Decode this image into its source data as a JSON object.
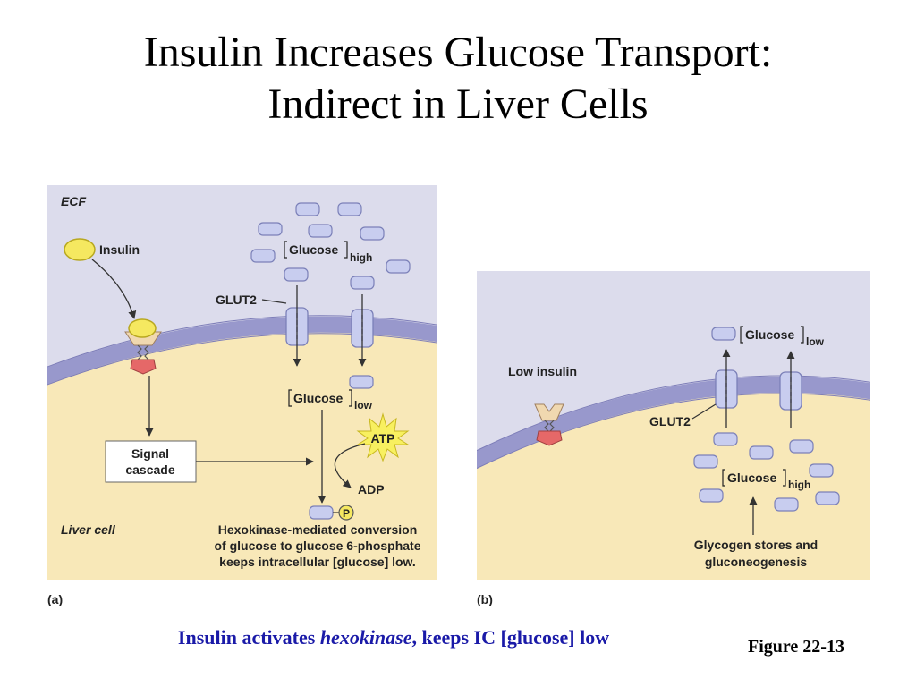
{
  "title": {
    "line1": "Insulin Increases Glucose Transport:",
    "line2": "Indirect in Liver Cells"
  },
  "panel_a": {
    "ecf": "ECF",
    "insulin": "Insulin",
    "glucose_high_main": "Glucose",
    "glucose_high_sub": "high",
    "glut2": "GLUT2",
    "glucose_low_main": "Glucose",
    "glucose_low_sub": "low",
    "atp": "ATP",
    "adp": "ADP",
    "phosphate": "P",
    "signal_line1": "Signal",
    "signal_line2": "cascade",
    "liver_cell": "Liver cell",
    "hexo_line1": "Hexokinase-mediated conversion",
    "hexo_line2": "of glucose to glucose 6-phosphate",
    "hexo_line3": "keeps intracellular [glucose] low.",
    "panel_label": "(a)"
  },
  "panel_b": {
    "low_insulin": "Low insulin",
    "glucose_low_main": "Glucose",
    "glucose_low_sub": "low",
    "glut2": "GLUT2",
    "glucose_high_main": "Glucose",
    "glucose_high_sub": "high",
    "glycogen_line1": "Glycogen stores and",
    "glycogen_line2": "gluconeogenesis",
    "panel_label": "(b)"
  },
  "caption": {
    "before": "Insulin activates ",
    "italic": "hexokinase",
    "after": ", keeps IC [glucose] low"
  },
  "figure_number": "Figure 22-13",
  "colors": {
    "ecf": "#dcdcec",
    "cell": "#f8e8b8",
    "membrane": "#9898cc",
    "glucose": "#c8cdef",
    "caption": "#1a1aa8"
  }
}
